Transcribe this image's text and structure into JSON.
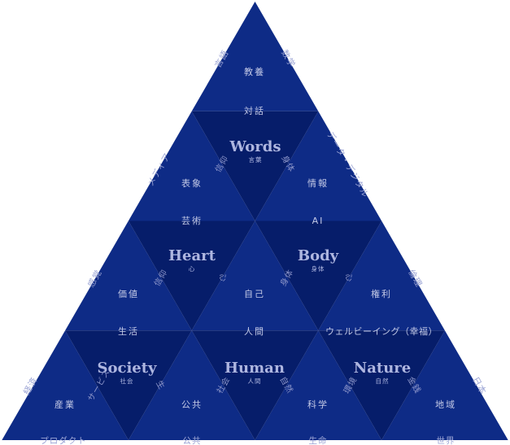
{
  "colors": {
    "light": "#0e2b86",
    "dark": "#061d6a",
    "edge": "#3a4aa0"
  },
  "concepts": {
    "words": {
      "label": "Words",
      "sub": "言葉"
    },
    "heart": {
      "label": "Heart",
      "sub": "心"
    },
    "body": {
      "label": "Body",
      "sub": "身体"
    },
    "society": {
      "label": "Society",
      "sub": "社会"
    },
    "human": {
      "label": "Human",
      "sub": "人間"
    },
    "nature": {
      "label": "Nature",
      "sub": "自然"
    }
  },
  "center_labels": {
    "kyoyo": "教養",
    "taiwa": "対話",
    "hyosho": "表象",
    "joho": "情報",
    "geijutsu": "芸術",
    "ai": "AI",
    "kachi": "価値",
    "jiko": "自己",
    "kenri": "権利",
    "seikatsu": "生活",
    "ningen": "人間",
    "wellbeing": "ウェルビーイング（幸福）",
    "sangyo": "産業",
    "kokyo": "公共",
    "kagaku": "科学",
    "chiiki": "地域"
  },
  "rotated_labels": {
    "shinko_words": "信仰",
    "shintai_words": "身体",
    "shinko_heart": "信仰",
    "kokoro_heart": "心",
    "shintai_body": "身体",
    "kokoro_body": "心",
    "service": "サービス",
    "sei": "生",
    "shakai_human": "社会",
    "shizen_human": "自然",
    "kankyo": "環境",
    "kinsen": "金銭"
  },
  "edge_labels": {
    "left_1": "言語",
    "left_2": "メディア",
    "left_3": "感覚",
    "left_4": "経済",
    "right_1": "数学",
    "right_2": "データ・デジタル",
    "right_3": "倫理",
    "right_4": "日本",
    "bottom_1": "プロダクト",
    "bottom_2": "公共",
    "bottom_3": "生命",
    "bottom_4": "世界"
  }
}
